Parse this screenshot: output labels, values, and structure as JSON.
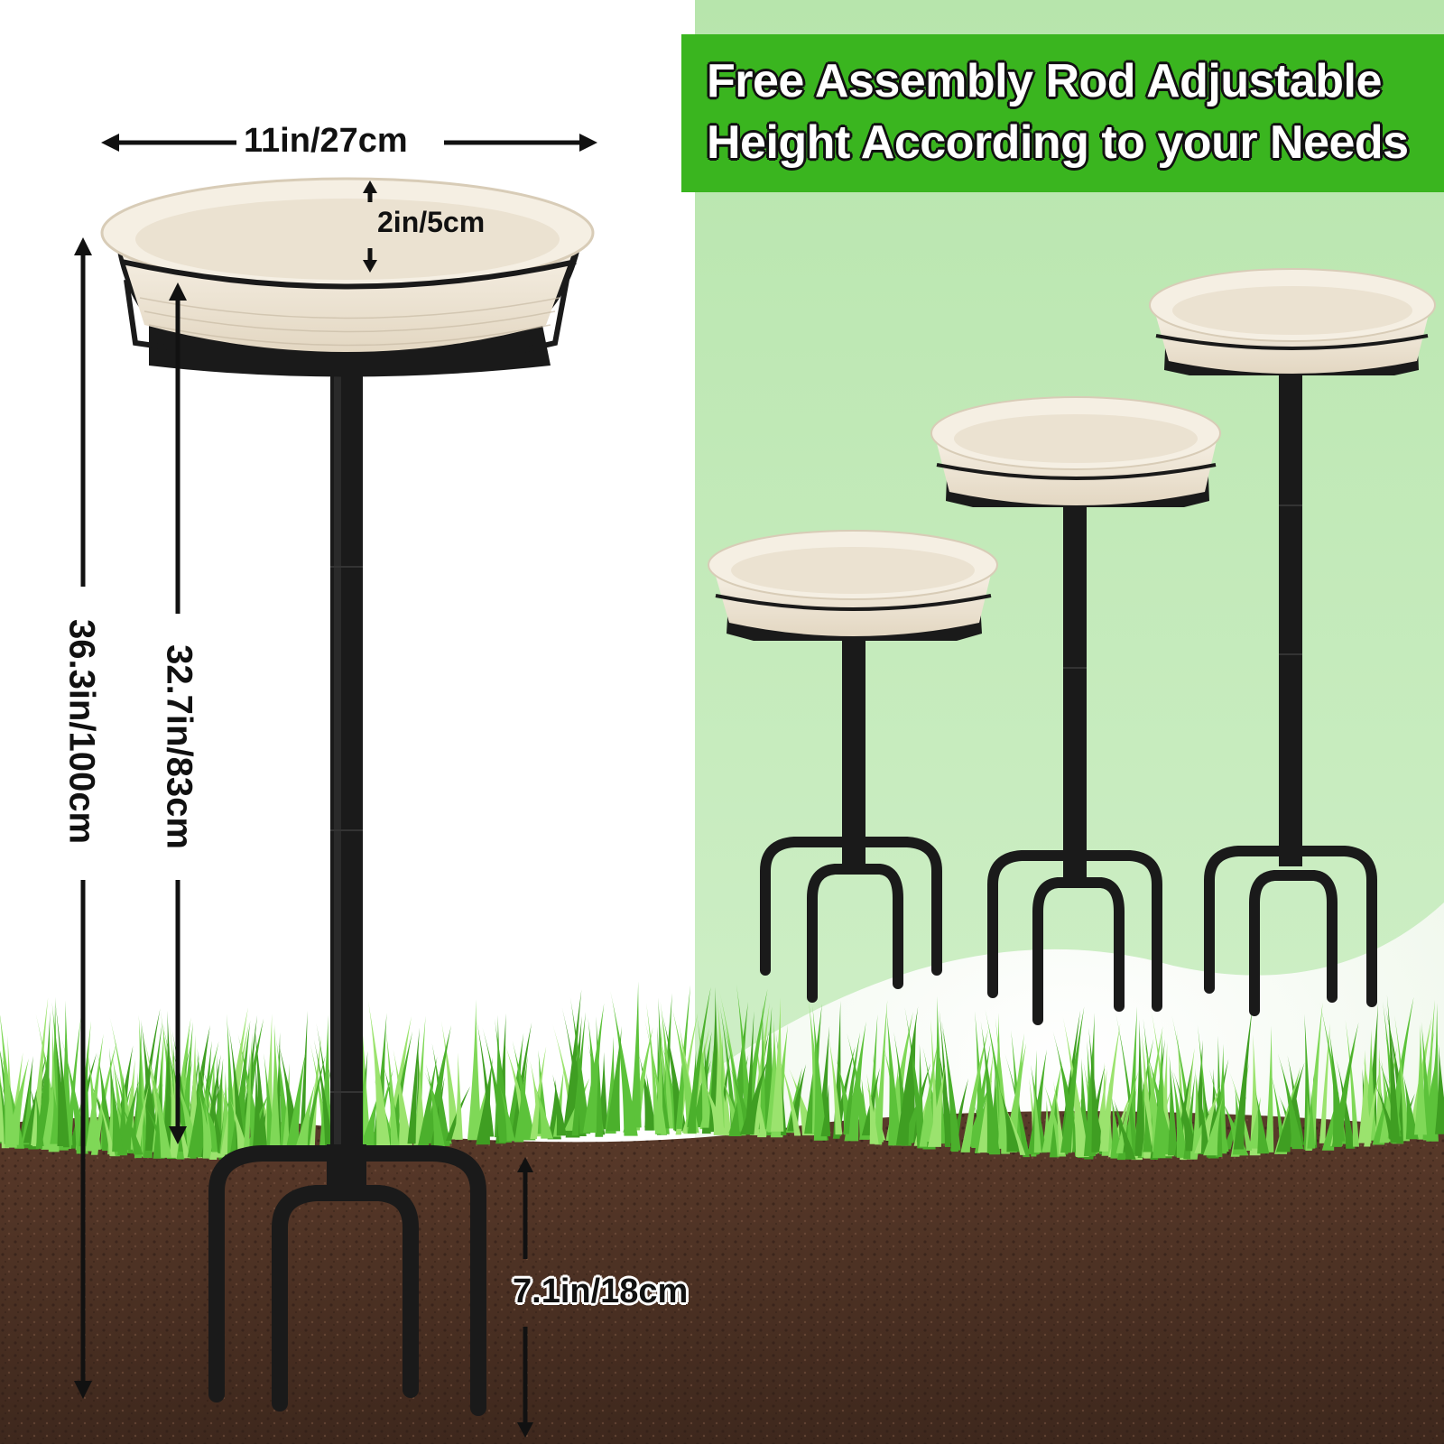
{
  "banner": {
    "line1": "Free Assembly Rod Adjustable",
    "line2": "Height According to your Needs"
  },
  "dimensions": {
    "width": "11in/27cm",
    "depth": "2in/5cm",
    "total_height": "36.3in/100cm",
    "rod_height": "32.7in/83cm",
    "stake_depth": "7.1in/18cm"
  },
  "colors": {
    "banner_green": "#3ab51f",
    "bg_green": "#c8ecc0",
    "bowl": "#efe6d6",
    "stand": "#1a1a1a",
    "soil": "#4a3024",
    "grass": "#5cc23a"
  }
}
